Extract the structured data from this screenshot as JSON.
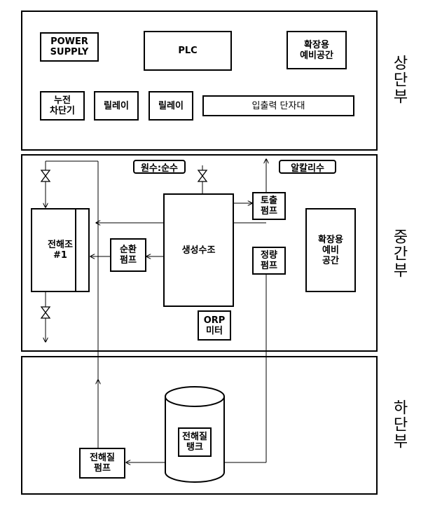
{
  "sections": {
    "upper": "상단부",
    "middle": "중간부",
    "lower": "하단부"
  },
  "upper": {
    "power_supply": "POWER\nSUPPLY",
    "plc": "PLC",
    "expansion": "확장용\n예비공간",
    "breaker": "누전\n차단기",
    "relay1": "릴레이",
    "relay2": "릴레이",
    "terminal": "입출력 단자대"
  },
  "middle": {
    "raw_pure": "원수:순수",
    "alkaline": "알칼리수",
    "discharge_pump": "토출\n펌프",
    "electrolyzer": "전해조\n#1",
    "circulation_pump": "순환\n펌프",
    "generation_tank": "생성수조",
    "metering_pump": "정량\n펌프",
    "expansion": "확장용\n예비\n공간",
    "orp_meter": "ORP\n미터"
  },
  "lower": {
    "electrolyte_tank": "전해질\n탱크",
    "electrolyte_pump": "전해질\n펌프"
  }
}
